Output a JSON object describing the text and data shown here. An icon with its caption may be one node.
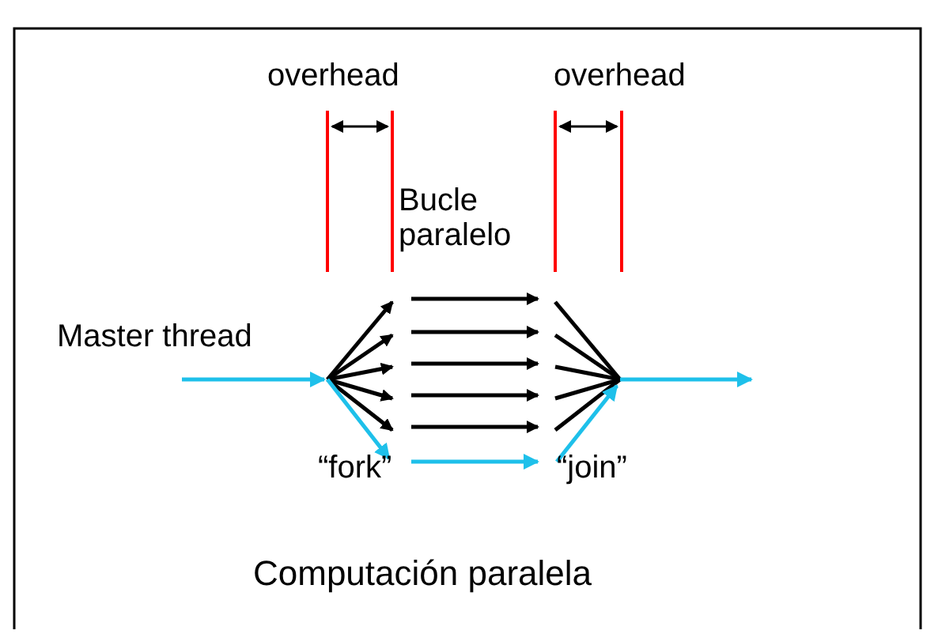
{
  "diagram": {
    "caption": "Computación paralela",
    "labels": [
      "overhead",
      "overhead",
      "Bucle paralelo",
      "Master thread",
      "“fork”",
      "“join”"
    ]
  }
}
